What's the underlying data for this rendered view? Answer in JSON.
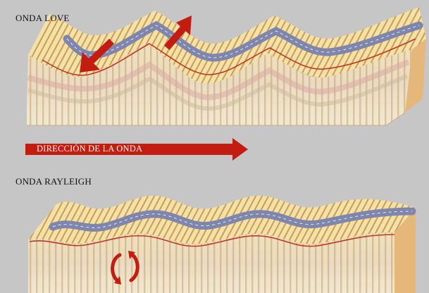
{
  "labels": {
    "love_title": "ONDA LOVE",
    "direction": "DIRECCIÓN DE LA ONDA",
    "rayleigh_title": "ONDA RAYLEIGH"
  },
  "colors": {
    "background": "#c6c6c6",
    "surface": "#f3dfa2",
    "stripe": "#c89a5a",
    "road": "#7f86ad",
    "red_line": "#c0362a",
    "arrow": "#c21d10",
    "side_dark": "#d8c7a8"
  }
}
